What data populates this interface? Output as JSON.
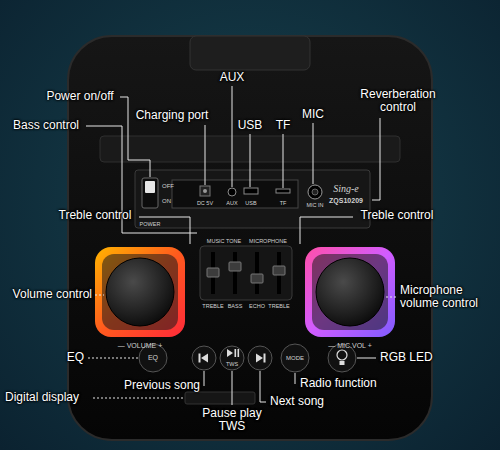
{
  "diagram": {
    "labels": [
      "AUX",
      "Power on/off",
      "Charging port",
      "USB",
      "TF",
      "MIC",
      "Reverberation control",
      "Bass control",
      "OFF",
      "ON",
      "POWER",
      "DC 5V",
      "AUX",
      "USB",
      "TF",
      "MIC IN",
      "Sing-e",
      "ZQS10209",
      "MUSIC TONE",
      "MICROPHONE",
      "Treble control",
      "Treble control",
      "TREBLE",
      "BASS",
      "ECHO",
      "TREBLE",
      "Volume control",
      "— VOLUME +",
      "— MIC.VOL +",
      "Microphone volume control",
      "EQ",
      "EQ",
      "TWS",
      "MODE",
      "Previous song",
      "Radio function",
      "RGB LED",
      "Next song",
      "Digital display",
      "Pause play TWS"
    ]
  }
}
